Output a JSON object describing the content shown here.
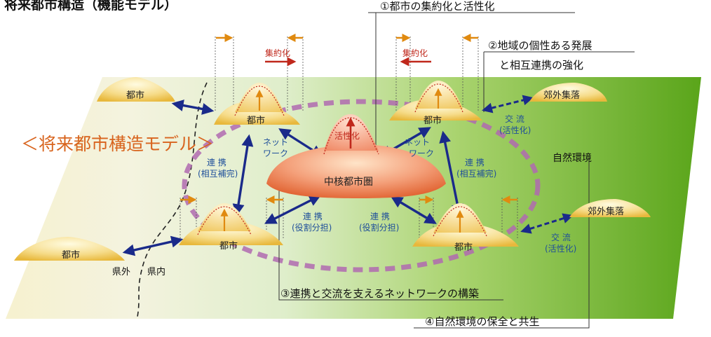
{
  "page": {
    "top_title_cut": "将来都市構造（機能モデル）"
  },
  "colors": {
    "green_dark": "#5faa1c",
    "green_light": "#e8f2d6",
    "beige": "#f5efc8",
    "arrow_blue": "#1a2a8a",
    "arrow_orange": "#e08a10",
    "arrow_red": "#c0281c",
    "ring_purple": "#b06ab0",
    "title_orange": "#d8641e",
    "label_blue": "#1f4f9a"
  },
  "diagram": {
    "model_title": "＜将来都市構造モデル＞",
    "callouts": {
      "c1": "①都市の集約化と活性化",
      "c2_line1": "②地域の個性ある発展",
      "c2_line2": "と相互連携の強化",
      "c3": "③連携と交流を支えるネットワークの構築",
      "c4": "④自然環境の保全と共生"
    },
    "nodes": {
      "core": "中核都市圏",
      "core_top": "活性化",
      "city": "都市",
      "suburb": "郊外集落"
    },
    "labels": {
      "shuyakuka": "集約化",
      "network_1": "ネット",
      "network_2": "ワーク",
      "renkei": "連 携",
      "sougo": "(相互補完)",
      "yakuwari": "(役割分担)",
      "kouryuu": "交 流",
      "kasseika_paren": "(活性化)",
      "nature": "自然環境",
      "kengai": "県外",
      "kennai": "県内"
    }
  }
}
